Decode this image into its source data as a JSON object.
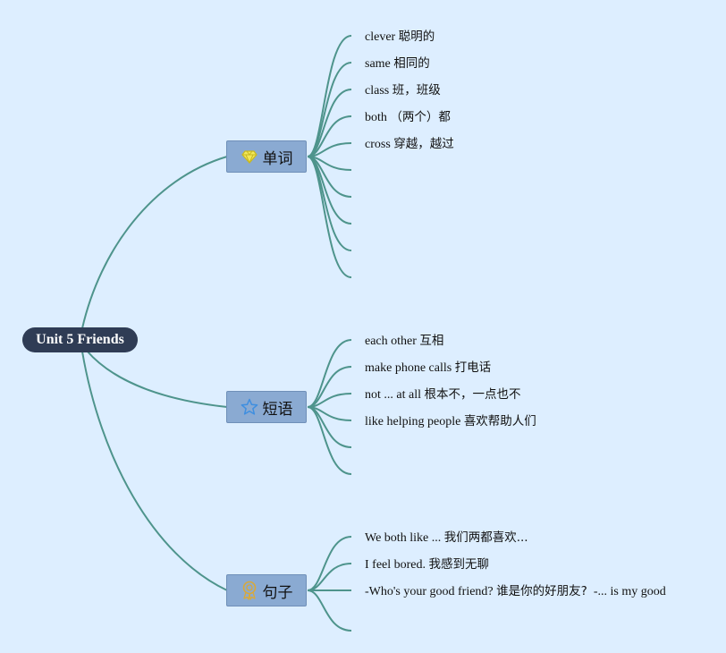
{
  "root": {
    "label": "Unit 5 Friends"
  },
  "colors": {
    "background": "#ddeeff",
    "root_fill": "#2f3c55",
    "branch_fill": "#8aaad2",
    "connector": "#4e948c",
    "diamond_icon": "#e7d83a",
    "star_icon": "#3f8fe0",
    "badge_icon": "#d9a93a"
  },
  "branches": [
    {
      "label": "单词",
      "icon": "diamond-icon",
      "leaves": [
        {
          "en": "clever",
          "cn": "聪明的"
        },
        {
          "en": "same",
          "cn": "相同的"
        },
        {
          "en": "class",
          "cn": "班，班级"
        },
        {
          "en": "both",
          "cn": "（两个）都"
        },
        {
          "en": "cross",
          "cn": "穿越，越过"
        },
        {
          "en": "",
          "cn": ""
        },
        {
          "en": "",
          "cn": ""
        },
        {
          "en": "",
          "cn": ""
        },
        {
          "en": "",
          "cn": ""
        },
        {
          "en": "",
          "cn": ""
        }
      ]
    },
    {
      "label": "短语",
      "icon": "star-icon",
      "leaves": [
        {
          "en": "each other",
          "cn": "互相"
        },
        {
          "en": "make phone calls",
          "cn": "打电话"
        },
        {
          "en": "not ... at all",
          "cn": "根本不，一点也不"
        },
        {
          "en": "like helping people",
          "cn": "喜欢帮助人们"
        },
        {
          "en": "",
          "cn": ""
        },
        {
          "en": "",
          "cn": ""
        }
      ]
    },
    {
      "label": "句子",
      "icon": "badge-icon",
      "leaves": [
        {
          "en": "We both like ...",
          "cn": "我们两都喜欢..."
        },
        {
          "en": "I feel bored.",
          "cn": "我感到无聊"
        },
        {
          "en": "-Who's your good friend?",
          "cn": "谁是你的好朋友?",
          "tail": "-... is my good"
        },
        {
          "en": "",
          "cn": ""
        }
      ]
    }
  ]
}
